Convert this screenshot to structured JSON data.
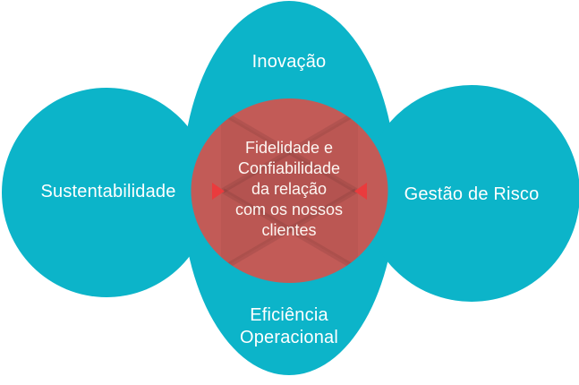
{
  "title": "Diagrama de valores",
  "colors": {
    "teal": "#0cb4c9",
    "center_red": "#c25b57",
    "arrow_red": "#ea3b3d",
    "text": "#ffffff",
    "background": "#ffffff"
  },
  "diagram": {
    "top": {
      "label": "Inovação"
    },
    "bottom": {
      "label": "Eficiência\nOperacional"
    },
    "left": {
      "label": "Sustentabilidade"
    },
    "right": {
      "label": "Gestão de Risco"
    },
    "center": {
      "text": "Fidelidade e\nConfiabilidade\nda relação\ncom os nossos\nclientes"
    },
    "icons": {
      "left_arrow": "right-pointing-triangle",
      "right_arrow": "left-pointing-triangle"
    }
  }
}
